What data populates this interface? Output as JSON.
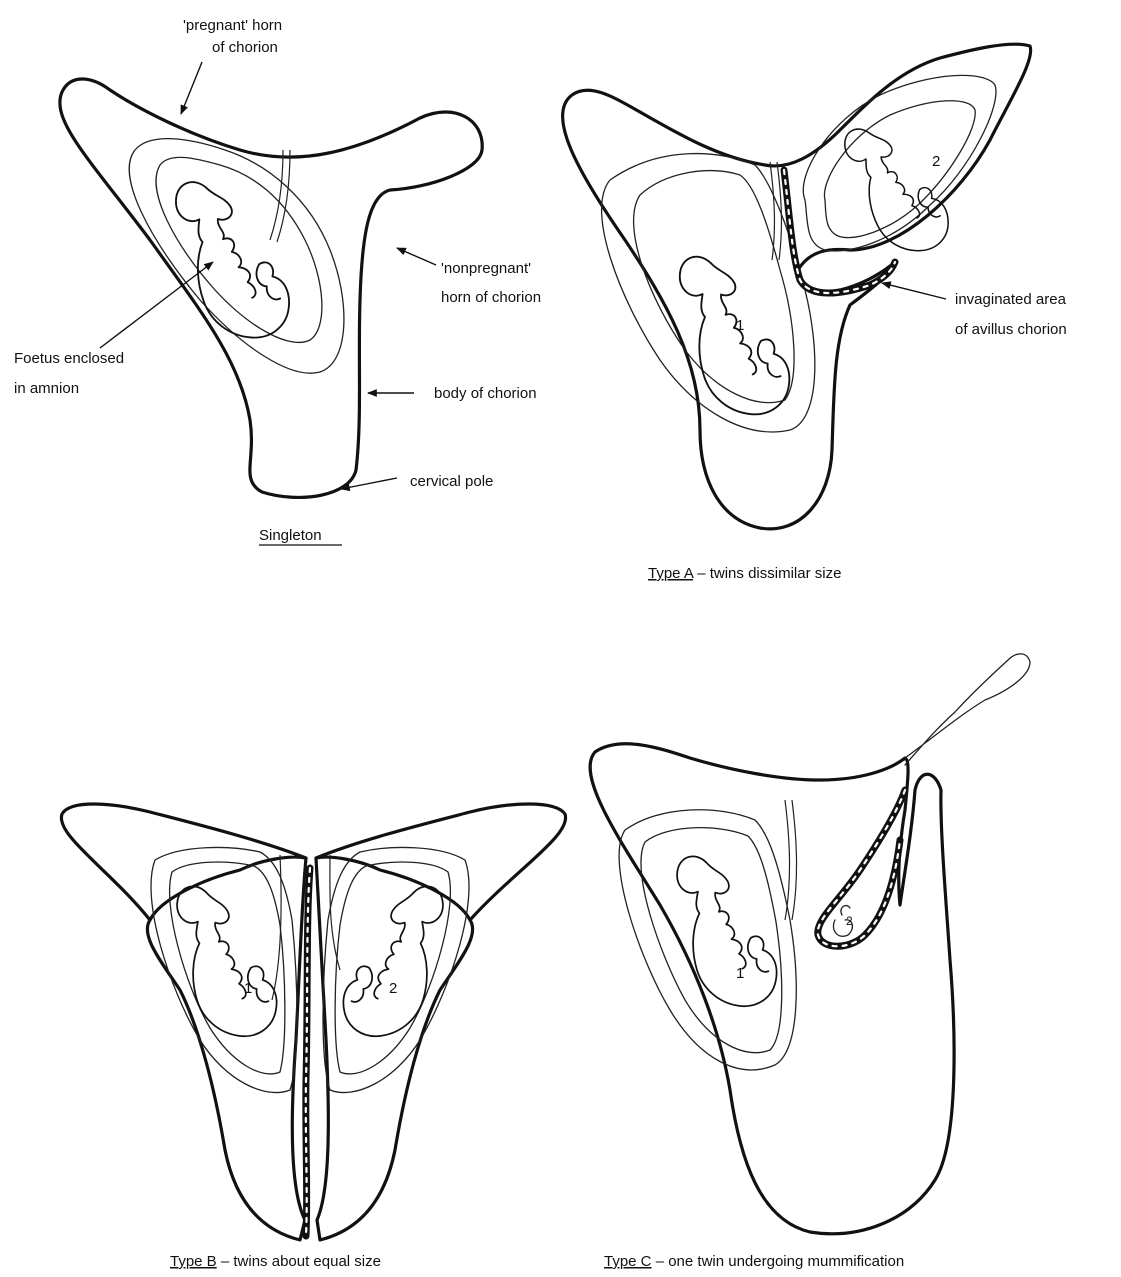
{
  "labels": {
    "pregnant_horn_1": "'pregnant' horn",
    "pregnant_horn_2": "of chorion",
    "nonpregnant_horn_1": "'nonpregnant'",
    "nonpregnant_horn_2": "horn of chorion",
    "foetus_1": "Foetus enclosed",
    "foetus_2": "in amnion",
    "body": "body of chorion",
    "cervical": "cervical pole",
    "invaginated_1": "invaginated area",
    "invaginated_2": "of avillus chorion"
  },
  "panels": {
    "singleton": {
      "caption": "Singleton"
    },
    "type_a": {
      "caption_prefix": "Type A",
      "caption_rest": " – twins dissimilar size",
      "twin_1": "1",
      "twin_2": "2"
    },
    "type_b": {
      "caption_prefix": "Type B",
      "caption_rest": " – twins about equal size",
      "twin_1": "1",
      "twin_2": "2"
    },
    "type_c": {
      "caption_prefix": "Type C",
      "caption_rest": " – one twin undergoing mummification",
      "twin_1": "1",
      "twin_2": "2"
    }
  }
}
